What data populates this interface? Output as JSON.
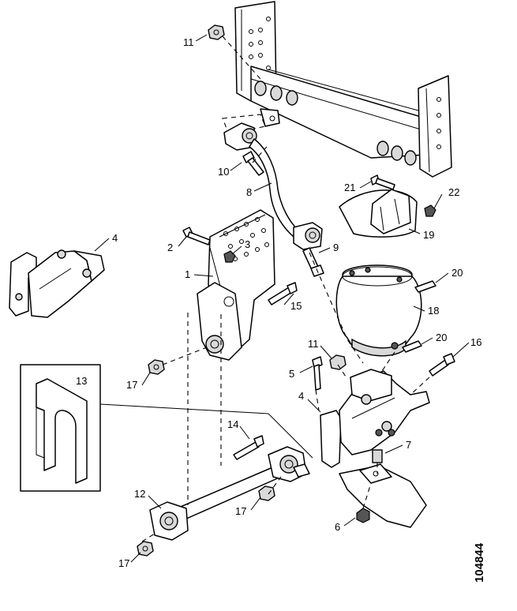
{
  "figure_id": "104844",
  "callouts": [
    {
      "id": "c11a",
      "label": "11"
    },
    {
      "id": "c10",
      "label": "10"
    },
    {
      "id": "c8",
      "label": "8"
    },
    {
      "id": "c21",
      "label": "21"
    },
    {
      "id": "c22",
      "label": "22"
    },
    {
      "id": "c19",
      "label": "19"
    },
    {
      "id": "c4a",
      "label": "4"
    },
    {
      "id": "c2",
      "label": "2"
    },
    {
      "id": "c3",
      "label": "3"
    },
    {
      "id": "c9",
      "label": "9"
    },
    {
      "id": "c1",
      "label": "1"
    },
    {
      "id": "c20a",
      "label": "20"
    },
    {
      "id": "c15",
      "label": "15"
    },
    {
      "id": "c18",
      "label": "18"
    },
    {
      "id": "c20b",
      "label": "20"
    },
    {
      "id": "c11b",
      "label": "11"
    },
    {
      "id": "c16",
      "label": "16"
    },
    {
      "id": "c5",
      "label": "5"
    },
    {
      "id": "c17a",
      "label": "17"
    },
    {
      "id": "c13",
      "label": "13"
    },
    {
      "id": "c4b",
      "label": "4"
    },
    {
      "id": "c14",
      "label": "14"
    },
    {
      "id": "c7",
      "label": "7"
    },
    {
      "id": "c12",
      "label": "12"
    },
    {
      "id": "c17b",
      "label": "17"
    },
    {
      "id": "c6",
      "label": "6"
    },
    {
      "id": "c17c",
      "label": "17"
    }
  ]
}
